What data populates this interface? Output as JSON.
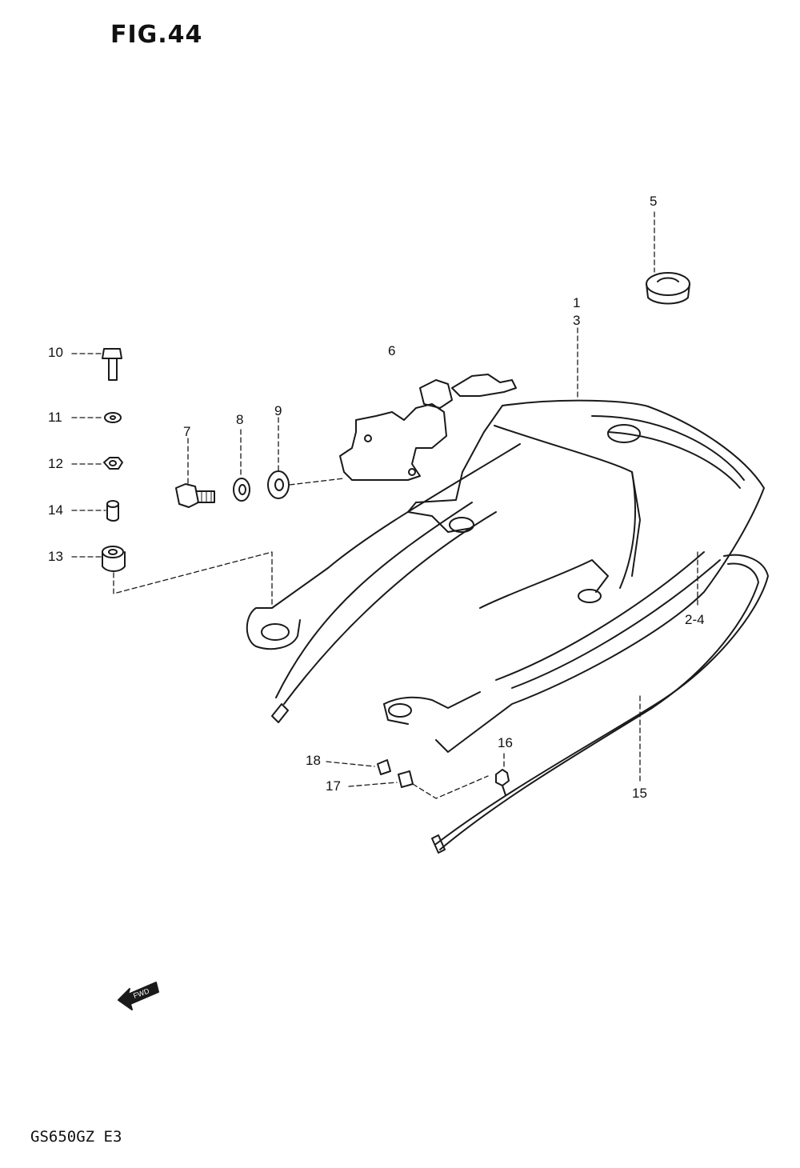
{
  "figure": {
    "title": "FIG.44",
    "model_code": "GS650GZ E3",
    "fwd_label": "FWD"
  },
  "callouts": {
    "c1": "1",
    "c3": "3",
    "c5": "5",
    "c6": "6",
    "c7": "7",
    "c8": "8",
    "c9": "9",
    "c10": "10",
    "c11": "11",
    "c12": "12",
    "c13": "13",
    "c14": "14",
    "c15": "15",
    "c16": "16",
    "c17": "17",
    "c18": "18",
    "c24": "2-4"
  },
  "colors": {
    "line": "#1a1a1a",
    "background": "#ffffff"
  }
}
